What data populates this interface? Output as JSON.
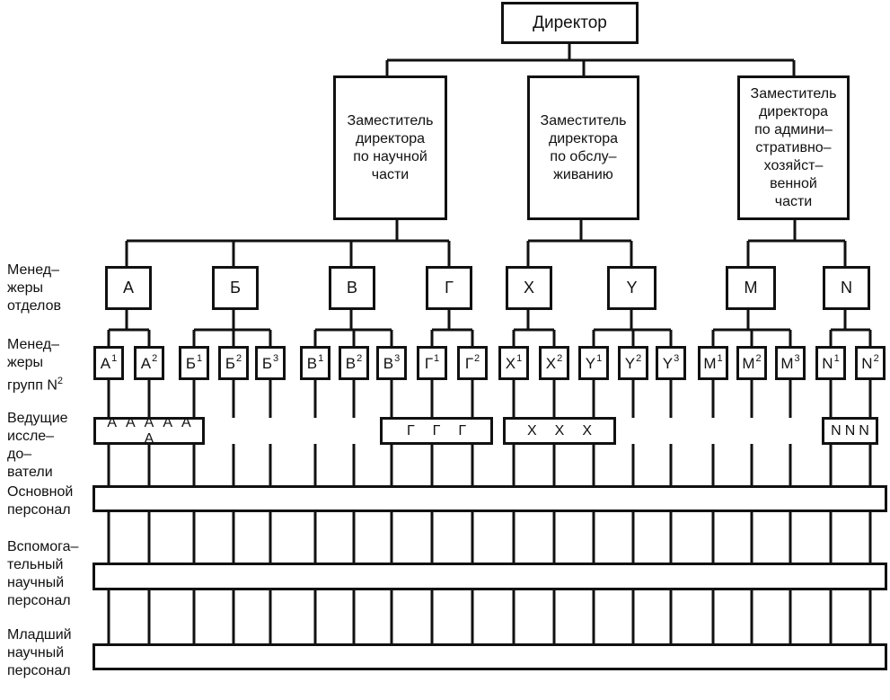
{
  "director": "Директор",
  "deputies": [
    "Заместитель\nдиректора\nпо научной\nчасти",
    "Заместитель\nдиректора\nпо обслу–\nживанию",
    "Заместитель\nдиректора\nпо админи–\nстративно–\nхозяйст–\nвенной\nчасти"
  ],
  "row_labels": {
    "dept_managers": "Менед–\nжеры\nотделов",
    "group_managers": "Менед–\nжеры\nгрупп N",
    "group_managers_sup": "2",
    "lead_researchers": "Ведущие\nиссле–\nдо–\nватели",
    "main_staff": "Основной\nперсонал",
    "aux_staff": "Вспомога–\nтельный\nнаучный\nперсонал",
    "junior_staff": "Младший\nнаучный\nперсонал"
  },
  "departments": [
    "А",
    "Б",
    "В",
    "Г",
    "X",
    "Y",
    "M",
    "N"
  ],
  "groups": [
    {
      "base": "А",
      "sup": "1"
    },
    {
      "base": "А",
      "sup": "2"
    },
    {
      "base": "Б",
      "sup": "1"
    },
    {
      "base": "Б",
      "sup": "2"
    },
    {
      "base": "Б",
      "sup": "3"
    },
    {
      "base": "В",
      "sup": "1"
    },
    {
      "base": "В",
      "sup": "2"
    },
    {
      "base": "В",
      "sup": "3"
    },
    {
      "base": "Г",
      "sup": "1"
    },
    {
      "base": "Г",
      "sup": "2"
    },
    {
      "base": "X",
      "sup": "1"
    },
    {
      "base": "X",
      "sup": "2"
    },
    {
      "base": "Y",
      "sup": "1"
    },
    {
      "base": "Y",
      "sup": "2"
    },
    {
      "base": "Y",
      "sup": "3"
    },
    {
      "base": "M",
      "sup": "1"
    },
    {
      "base": "M",
      "sup": "2"
    },
    {
      "base": "M",
      "sup": "3"
    },
    {
      "base": "N",
      "sup": "1"
    },
    {
      "base": "N",
      "sup": "2"
    }
  ],
  "researchers": [
    {
      "letters": [
        "А",
        "А",
        "А",
        "А",
        "А",
        "А"
      ]
    },
    {
      "letters": [
        "Г",
        "Г",
        "Г"
      ]
    },
    {
      "letters": [
        "X",
        "X",
        "X"
      ]
    },
    {
      "letters": [
        "N",
        "N",
        "N"
      ]
    }
  ],
  "line_color": "#111111"
}
